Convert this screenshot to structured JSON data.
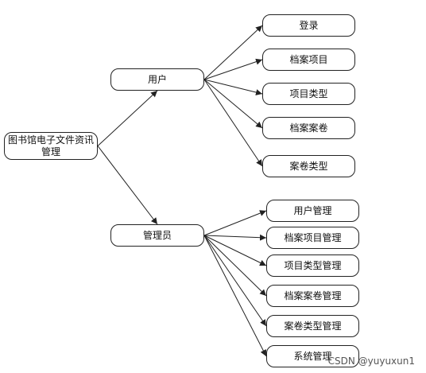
{
  "root": {
    "label": "图书馆电子文件资讯管理"
  },
  "branches": [
    {
      "label": "用户",
      "children": [
        "登录",
        "档案项目",
        "项目类型",
        "档案案卷",
        "案卷类型"
      ]
    },
    {
      "label": "管理员",
      "children": [
        "用户管理",
        "档案项目管理",
        "项目类型管理",
        "档案案卷管理",
        "案卷类型管理",
        "系统管理"
      ]
    }
  ],
  "watermark": "CSDN @yuyuxun1"
}
